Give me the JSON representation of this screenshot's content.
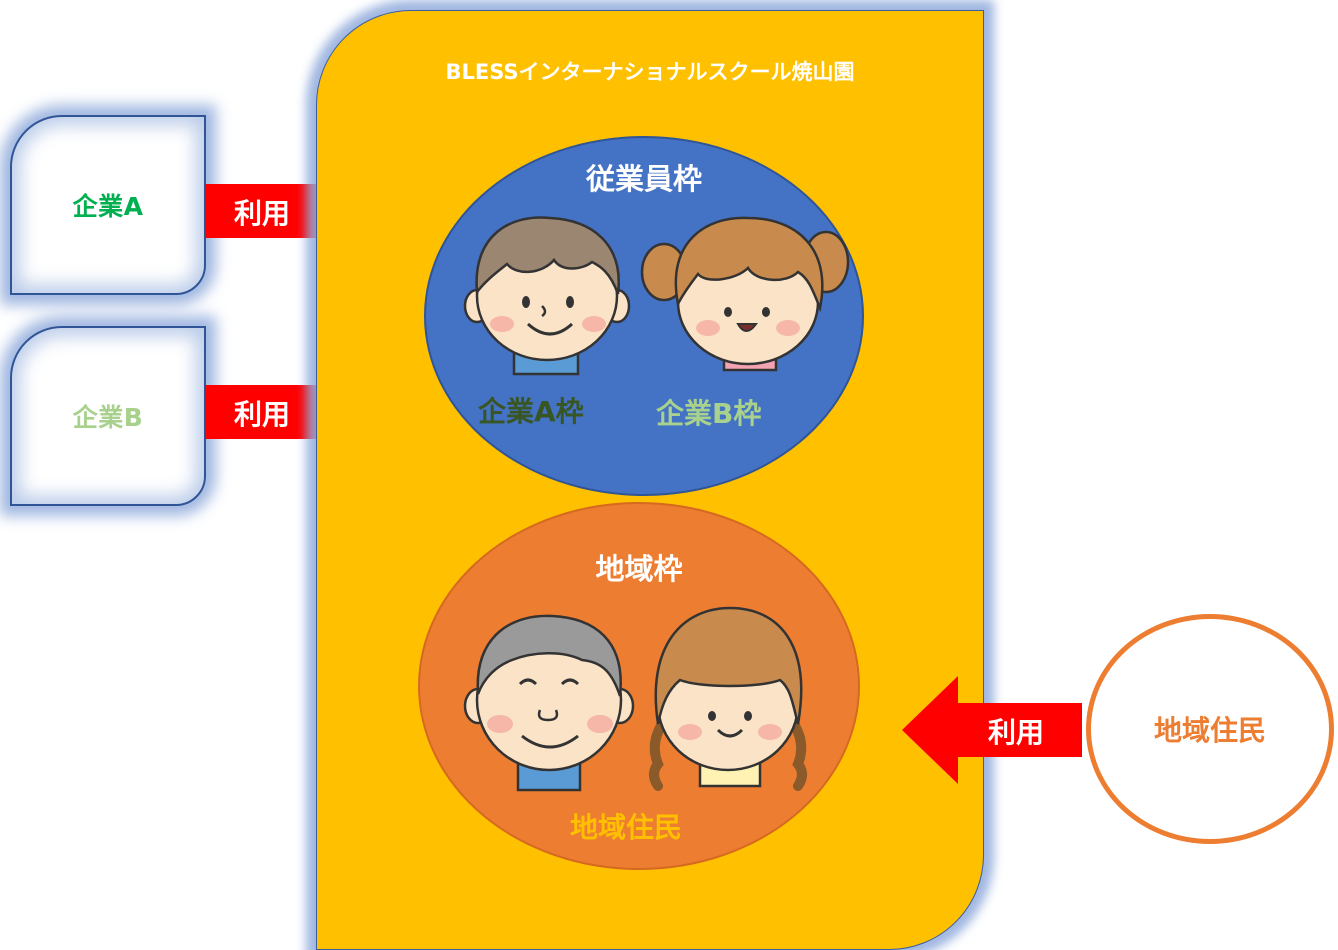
{
  "school": {
    "title": "BLESSインターナショナルスクール焼山園"
  },
  "companies": [
    {
      "label": "企業A",
      "color": "#00b050"
    },
    {
      "label": "企業B",
      "color": "#a9d18e"
    }
  ],
  "arrows": {
    "label": "利用",
    "color": "#ff0000"
  },
  "employee_frame": {
    "title": "従業員枠",
    "company_a_frame": "企業A枠",
    "company_a_color": "#375623",
    "company_b_frame": "企業B枠",
    "company_b_color": "#a9d18e"
  },
  "local_frame": {
    "title": "地域枠",
    "residents_label": "地域住民",
    "residents_color": "#ffc000"
  },
  "resident": {
    "label": "地域住民",
    "color": "#ed7d31"
  },
  "icons": [
    "boy-face-icon",
    "girl-face-icon",
    "grandpa-face-icon",
    "braided-girl-face-icon",
    "right-arrow-icon",
    "left-arrow-icon"
  ]
}
